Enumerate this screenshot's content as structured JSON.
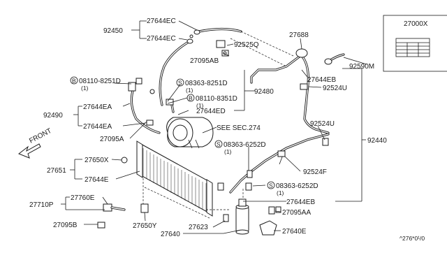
{
  "labels": {
    "l_92450": "92450",
    "l_27644EC_a": "27644EC",
    "l_27644EC_b": "27644EC",
    "l_92525Q": "92525Q",
    "l_27095AB": "27095AB",
    "l_27688": "27688",
    "l_92590M": "92590M",
    "l_27644EB_a": "27644EB",
    "l_92524U_a": "92524U",
    "l_92524U_b": "92524U",
    "l_08110_8251D": "08110-8251D",
    "l_08110_8251D_qty": "(1)",
    "l_08363_8251D": "08363-8251D",
    "l_08363_8251D_qty": "(1)",
    "l_08110_8351D": "08110-8351D",
    "l_08110_8351D_qty": "(1)",
    "l_92480": "92480",
    "l_27644ED": "27644ED",
    "l_92490": "92490",
    "l_27644EA_a": "27644EA",
    "l_27644EA_b": "27644EA",
    "l_see_sec": "SEE SEC.274",
    "l_27095A": "27095A",
    "l_08363_6252D_a": "08363-6252D",
    "l_08363_6252D_a_qty": "(1)",
    "l_92440": "92440",
    "l_front": "FRONT",
    "l_27650X": "27650X",
    "l_27651": "27651",
    "l_27644E": "27644E",
    "l_92524F": "92524F",
    "l_08363_6252D_b": "08363-6252D",
    "l_08363_6252D_b_qty": "(1)",
    "l_27644EB_b": "27644EB",
    "l_27710P": "27710P",
    "l_27760E": "27760E",
    "l_27095AA": "27095AA",
    "l_27095B": "27095B",
    "l_27650Y": "27650Y",
    "l_27623": "27623",
    "l_27640E": "27640E",
    "l_27640": "27640",
    "l_27000X": "27000X",
    "l_footer": "^276*0¹/0"
  },
  "markers": {
    "bolt_b": "B",
    "screw_s": "S"
  }
}
